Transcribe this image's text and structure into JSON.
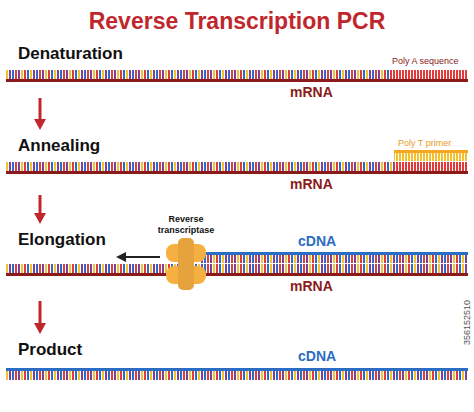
{
  "diagram": {
    "title": "Reverse Transcription PCR",
    "nodes": [
      {
        "text": [
          "Denaturation"
        ]
      },
      {
        "text": [
          "Annealing"
        ]
      },
      {
        "text": [
          "Elongation"
        ]
      },
      {
        "text": [
          "Product"
        ]
      }
    ],
    "edges": [
      {
        "from": 0,
        "to": 1,
        "arrow": "to"
      },
      {
        "from": 1,
        "to": 2,
        "arrow": "to"
      },
      {
        "from": 2,
        "to": 3,
        "arrow": "to"
      }
    ],
    "labels": [
      "Poly A sequence",
      "mRNA",
      "Poly T primer",
      "mRNA",
      "Reverse transcriptase",
      "cDNA",
      "mRNA",
      "cDNA",
      "356152510"
    ]
  }
}
